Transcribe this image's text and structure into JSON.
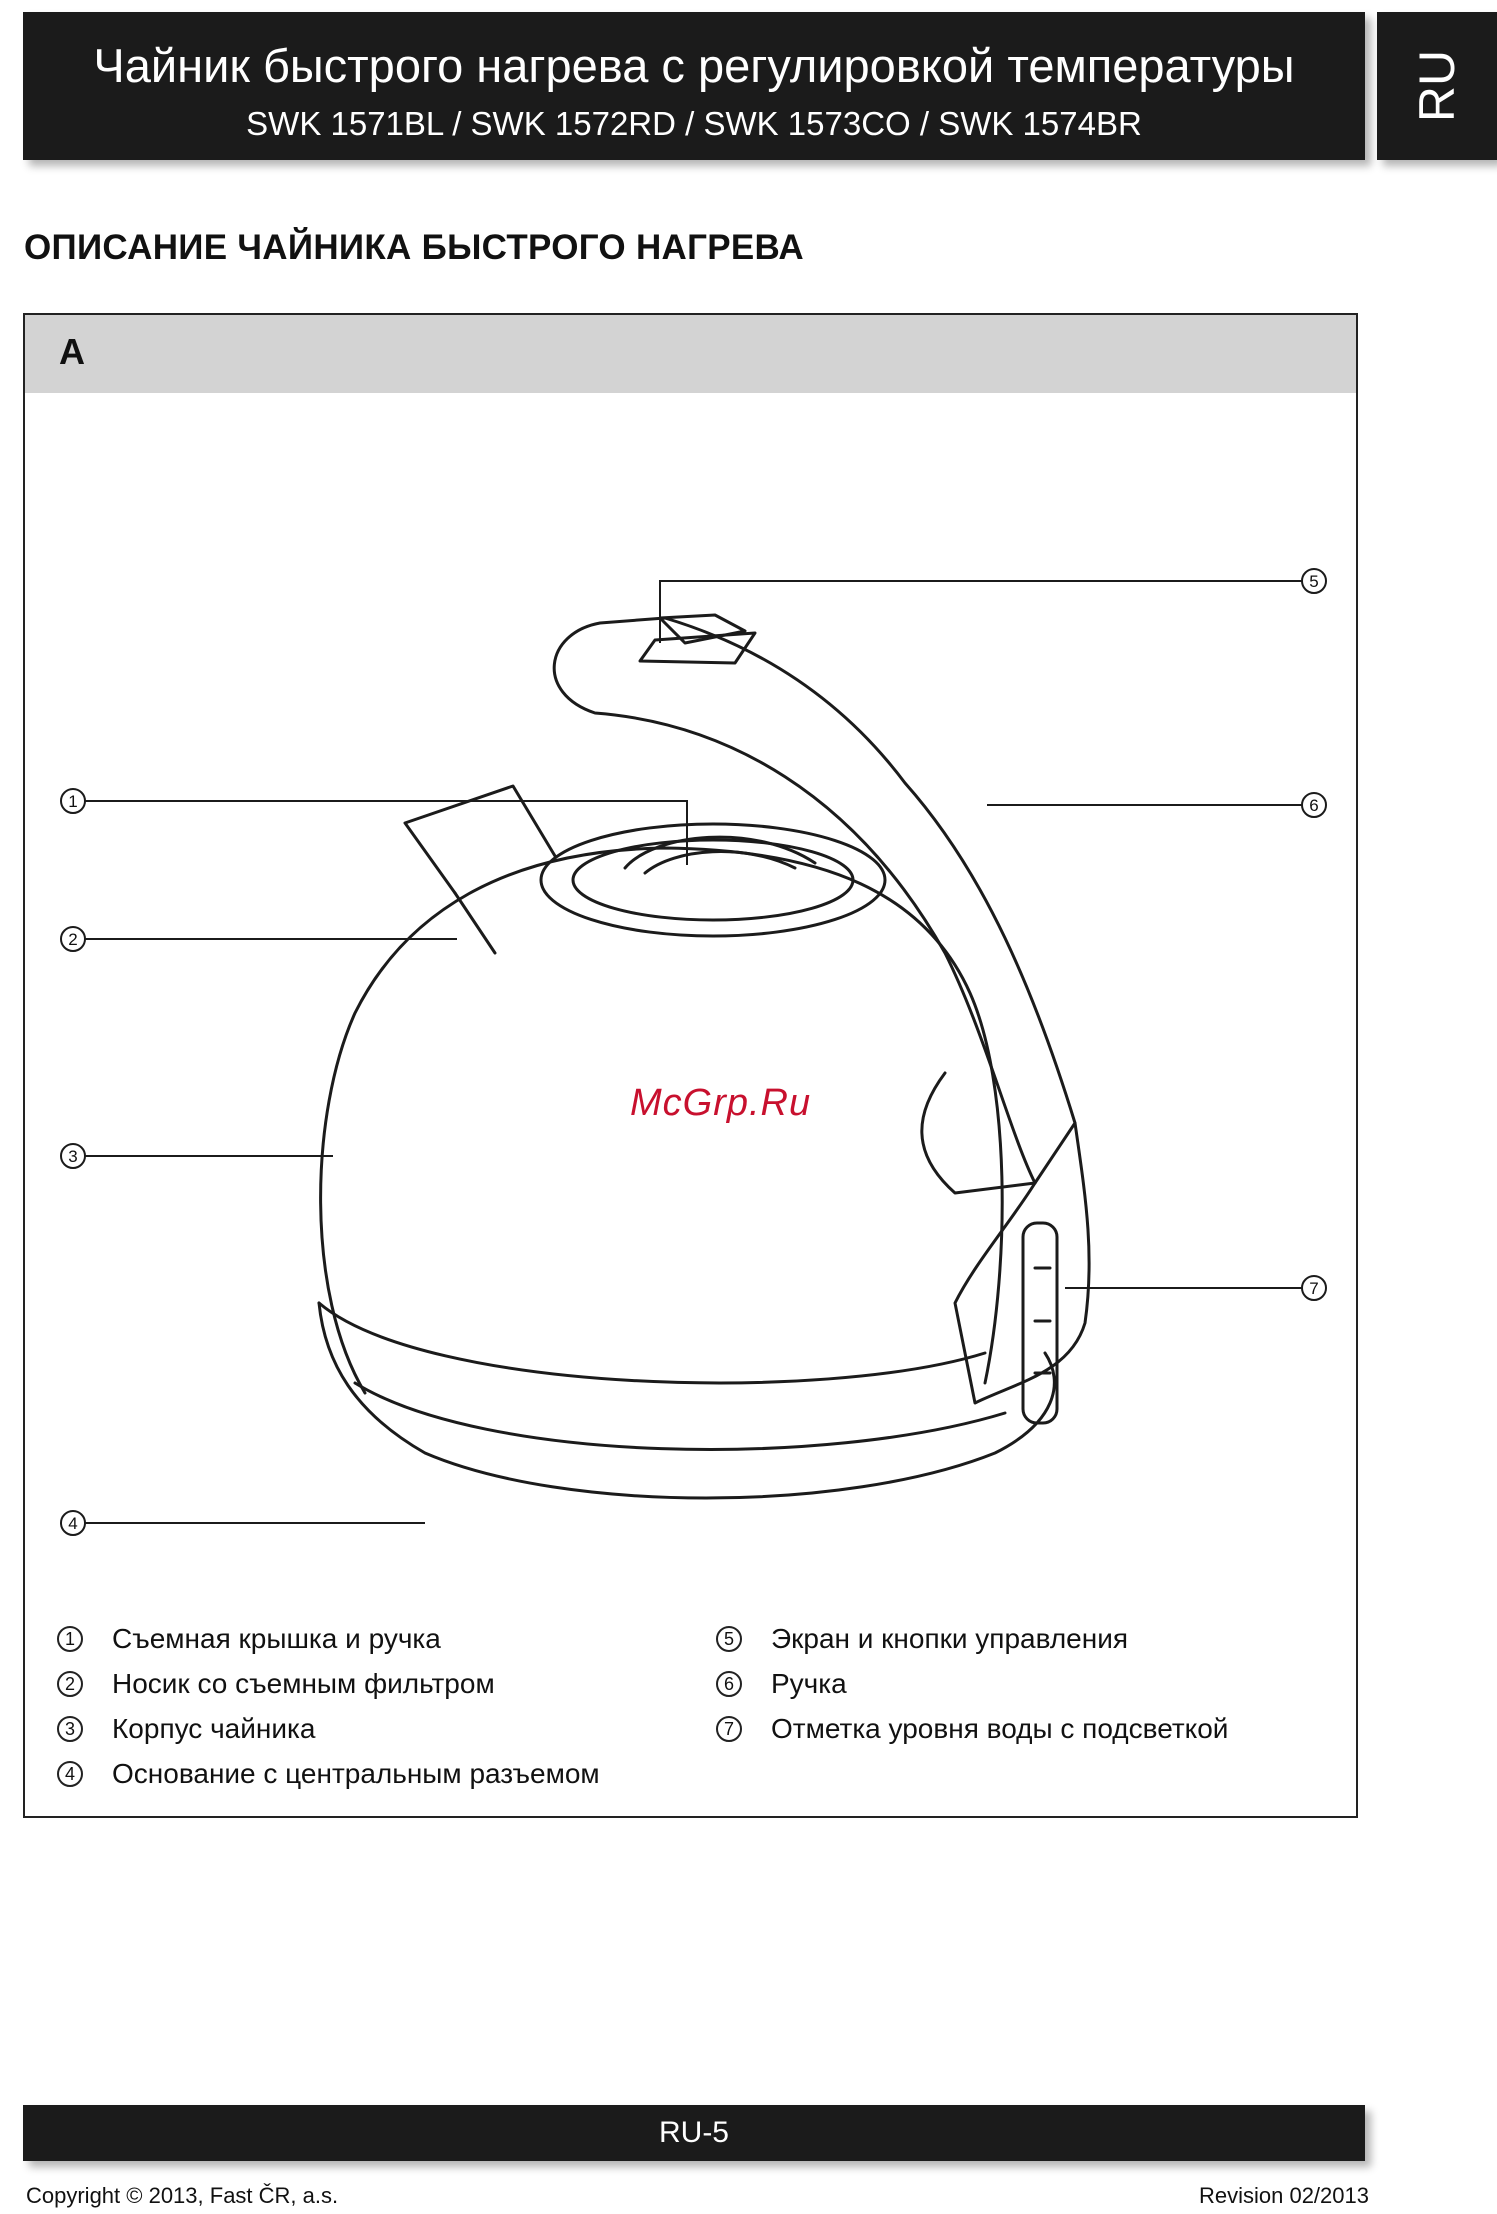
{
  "header": {
    "title": "Чайник быстрого нагрева с регулировкой температуры",
    "models": "SWK 1571BL / SWK 1572RD / SWK 1573CO / SWK 1574BR",
    "language_tab": "RU"
  },
  "section_title": "ОПИСАНИЕ ЧАЙНИКА БЫСТРОГО НАГРЕВА",
  "diagram": {
    "panel_label": "A",
    "callouts": [
      "1",
      "2",
      "3",
      "4",
      "5",
      "6",
      "7"
    ],
    "watermark": "McGrp.Ru"
  },
  "legend": {
    "left": [
      {
        "num": "1",
        "text": "Съемная крышка и ручка"
      },
      {
        "num": "2",
        "text": "Носик со съемным фильтром"
      },
      {
        "num": "3",
        "text": "Корпус чайника"
      },
      {
        "num": "4",
        "text": "Основание с центральным разъемом"
      }
    ],
    "right": [
      {
        "num": "5",
        "text": "Экран и кнопки управления"
      },
      {
        "num": "6",
        "text": "Ручка"
      },
      {
        "num": "7",
        "text": "Отметка уровня воды с подсветкой"
      }
    ]
  },
  "footer": {
    "page_number": "RU-5",
    "copyright": "Copyright © 2013, Fast ČR, a.s.",
    "revision": "Revision 02/2013"
  },
  "colors": {
    "bar": "#1b1b1b",
    "band": "#d3d3d3",
    "watermark": "#c8102e"
  }
}
